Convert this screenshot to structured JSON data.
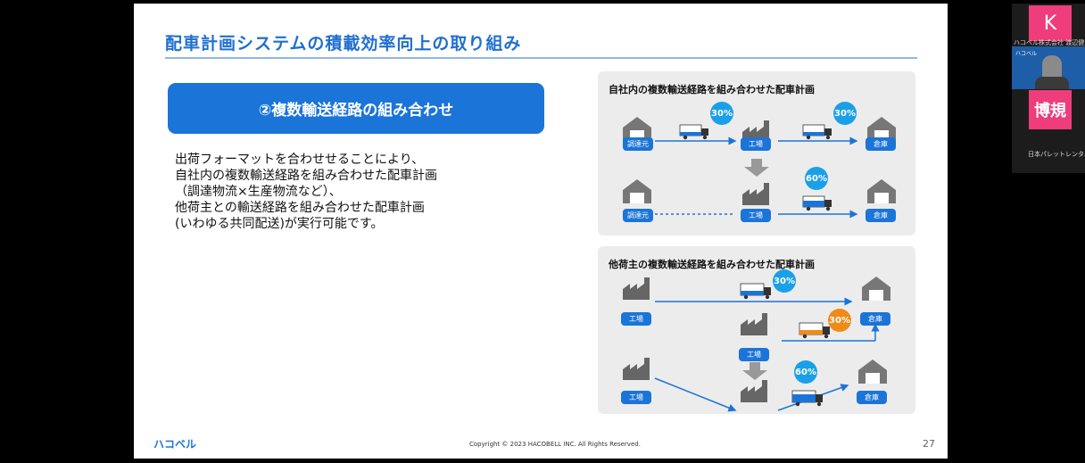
{
  "slide": {
    "title": "配車計画システムの積載効率向上の取り組み",
    "section_heading": "②複数輸送経路の組み合わせ",
    "body_lines": [
      "出荷フォーマットを合わせせることにより、",
      "自社内の複数輸送経路を組み合わせた配車計画",
      "（調達物流×生産物流など）、",
      "他荷主との輸送経路を組み合わせた配車計画",
      "(いわゆる共同配送)が実行可能です。"
    ],
    "panel1": {
      "title": "自社内の複数輸送経路を組み合わせた配車計画",
      "row1": {
        "origin": "調達元",
        "mid": "工場",
        "dest": "倉庫",
        "load1": "30%",
        "load2": "30%"
      },
      "row2": {
        "origin": "調達元",
        "mid": "工場",
        "dest": "倉庫",
        "load": "60%"
      }
    },
    "panel2": {
      "title": "他荷主の複数輸送経路を組み合わせた配車計画",
      "row1": {
        "origin": "工場",
        "dest": "倉庫",
        "load": "30%"
      },
      "row2": {
        "origin": "工場",
        "dest": "倉庫",
        "load": "30%"
      },
      "row3": {
        "origin": "工場",
        "mid": "工場",
        "dest": "倉庫",
        "load": "60%"
      }
    },
    "footer": {
      "logo": "ハコベル",
      "copyright": "Copyright © 2023 HACOBELL INC. All Rights Reserved.",
      "page": "27"
    }
  },
  "participants": {
    "tile1_initial": "K",
    "tile1_name": "ハコベル株式会社 渡辺健太",
    "video_logo": "ハコベル",
    "tile2_initials": "博規",
    "tile2_name": "日本パレットレンタ..."
  },
  "colors": {
    "accent": "#1b74d8",
    "bubble": "#1aa0e8",
    "orange": "#f08a18",
    "tile": "#ee3d7a"
  }
}
